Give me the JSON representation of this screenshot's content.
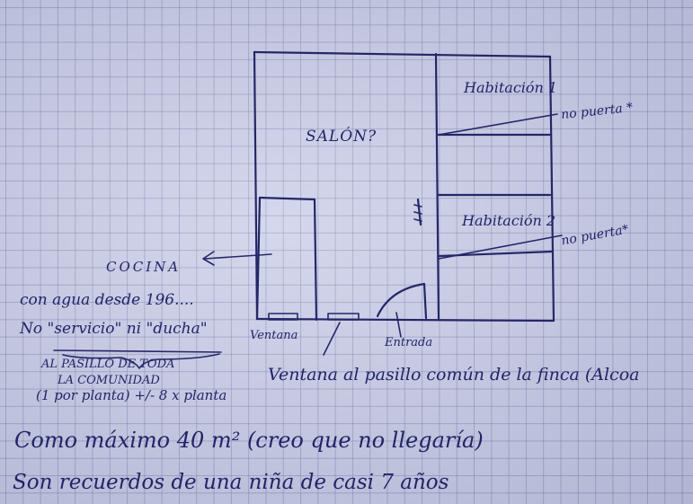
{
  "plan": {
    "rooms": {
      "salon": "SALÓN?",
      "habitacion_1": "Habitación 1",
      "habitacion_2": "Habitación 2",
      "cocina": "COCINA"
    },
    "door_notes": {
      "room1": "no puerta *",
      "room2": "no puerta*"
    },
    "openings": {
      "ventana": "Ventana",
      "entrada": "Entrada"
    }
  },
  "notes": {
    "kitchen_water": "con agua desde 196....",
    "no_toilet": "No \"servicio\" ni \"ducha\"",
    "hallway_1": "AL PASILLO DE TODA",
    "hallway_2": "LA COMUNIDAD",
    "hallway_3": "(1 por planta) +/- 8 x planta",
    "window_note": "Ventana al pasillo común de la finca (Alcoa",
    "max_size": "Como máximo 40 m² (creo que no llegaría)",
    "memories": "Son recuerdos de una niña de casi 7 años"
  },
  "colors": {
    "ink": "#23276a",
    "paper": "#ccd0e8",
    "grid": "#6e78af"
  }
}
